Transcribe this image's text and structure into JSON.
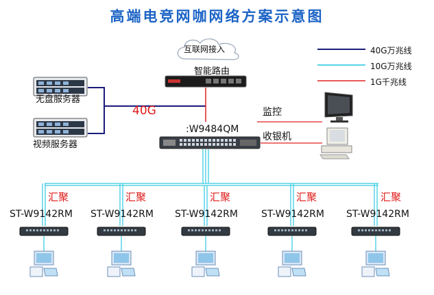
{
  "title": "高端电竞网咖网络方案示意图",
  "cloud_label": "互联网接入",
  "router_label": "智能路由",
  "core_switch_label": ":W9484QM",
  "link_40g_label": "40G",
  "servers": [
    {
      "label": "无盘服务器"
    },
    {
      "label": "视频服务器"
    }
  ],
  "monitor_label": "监控",
  "cashier_label": "收银机",
  "legend": [
    {
      "label": "40G万兆线",
      "color": "#1a1a7a"
    },
    {
      "label": "10G万兆线",
      "color": "#57d3e8"
    },
    {
      "label": "1G千兆线",
      "color": "#e02020"
    }
  ],
  "aggregate_label": "汇聚",
  "access_switches": [
    {
      "label": "ST-W9142RM"
    },
    {
      "label": "ST-W9142RM"
    },
    {
      "label": "ST-W9142RM"
    },
    {
      "label": "ST-W9142RM"
    },
    {
      "label": "ST-W9142RM"
    }
  ],
  "colors": {
    "title": "#1b63c6",
    "line_40g": "#1a1a7a",
    "line_10g": "#57d3e8",
    "line_1g": "#e02020"
  }
}
